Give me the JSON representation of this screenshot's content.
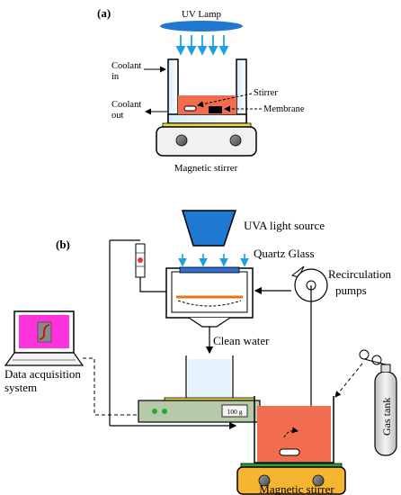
{
  "panel_a": {
    "label": "(a)",
    "uv_lamp": "UV Lamp",
    "coolant_in": [
      "Coolant",
      "in"
    ],
    "coolant_out": [
      "Coolant",
      "out"
    ],
    "stirrer": "Stirrer",
    "membrane": "Membrane",
    "magnetic_stirrer": "Magnetic stirrer"
  },
  "panel_b": {
    "label": "(b)",
    "uva_light_source": "UVA light source",
    "quartz_glass": "Quartz Glass",
    "recirculation_pumps": [
      "Recirculation",
      "pumps"
    ],
    "clean_water": "Clean water",
    "data_acquisition": [
      "Data acquisition",
      "system"
    ],
    "balance_display": "100 g",
    "gas_tank": "Gas tank",
    "magnetic_stirrer": "Magnetic stirrer"
  },
  "colors": {
    "liquid_red": "#f26c4f",
    "uv_blue": "#1ca0e0",
    "lamp_blue": "#1f78d1",
    "stirrer_base": "#f6b531",
    "stirrer_plate": "#2e9c3a",
    "plate_yellow": "#e8d94a",
    "laptop_screen": "#ff33dd",
    "led_green": "#27a832",
    "orange_membrane": "#e0771a"
  }
}
